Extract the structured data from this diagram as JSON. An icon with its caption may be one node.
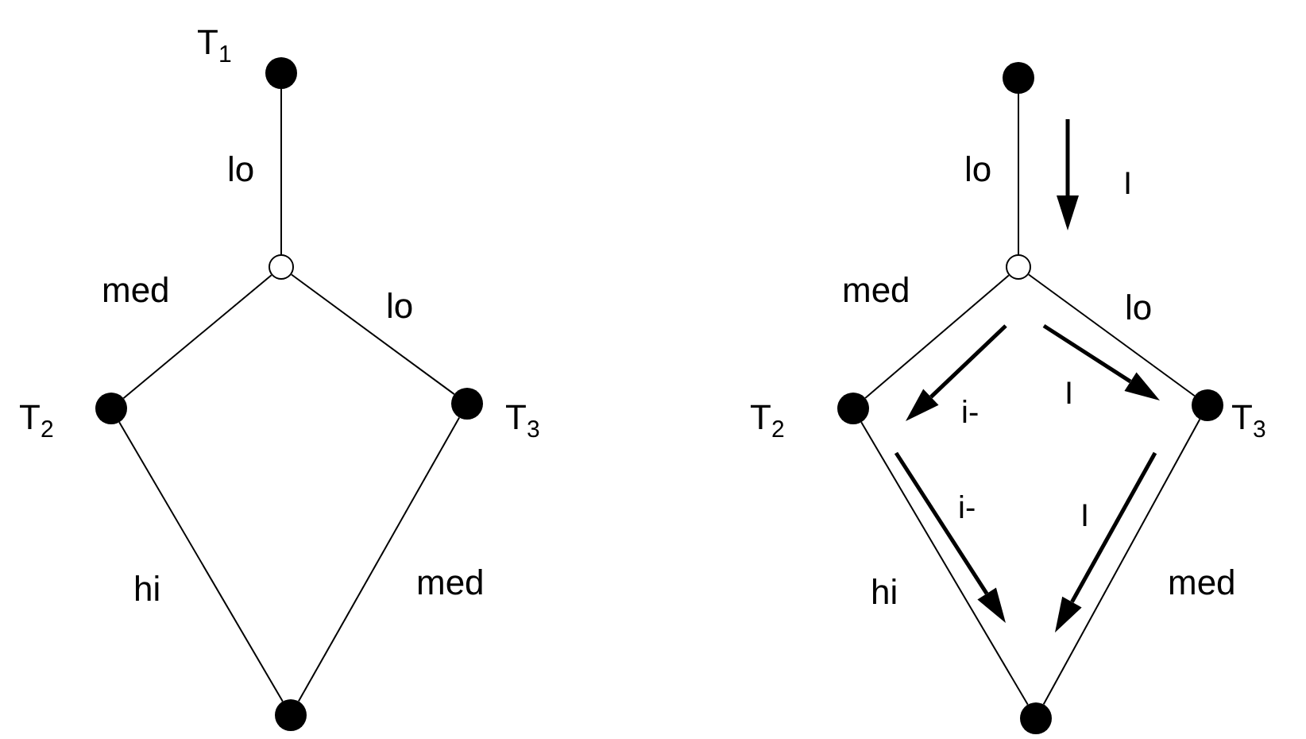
{
  "diagram": {
    "nodes": [
      {
        "text": [],
        "shape": "circle",
        "beside": [
          "T$_{1}$"
        ]
      },
      {
        "text": [],
        "shape": "ring"
      },
      {
        "text": [],
        "shape": "circle",
        "beside": [
          "T$_{2}$"
        ]
      },
      {
        "text": [],
        "shape": "circle",
        "beside": [
          "T$_{3}$"
        ]
      },
      {
        "text": [],
        "shape": "circle"
      },
      {
        "text": [],
        "shape": "circle"
      },
      {
        "text": [],
        "shape": "ring"
      },
      {
        "text": [],
        "shape": "circle",
        "beside": [
          "T$_{2}$"
        ]
      },
      {
        "text": [],
        "shape": "circle",
        "beside": [
          "T$_{3}$"
        ]
      },
      {
        "text": [],
        "shape": "circle"
      }
    ],
    "edges": [
      {
        "from": 0,
        "to": 1,
        "arrow": "none",
        "label": "lo"
      },
      {
        "from": 1,
        "to": 2,
        "arrow": "none",
        "label": "med"
      },
      {
        "from": 1,
        "to": 3,
        "arrow": "none",
        "label": "lo"
      },
      {
        "from": 2,
        "to": 4,
        "arrow": "none",
        "label": "hi"
      },
      {
        "from": 3,
        "to": 4,
        "arrow": "none",
        "label": "med"
      },
      {
        "from": 5,
        "to": 6,
        "arrow": "none",
        "label": "lo"
      },
      {
        "from": 6,
        "to": 7,
        "arrow": "none",
        "label": "med"
      },
      {
        "from": 6,
        "to": 8,
        "arrow": "none",
        "label": "lo"
      },
      {
        "from": 7,
        "to": 9,
        "arrow": "none",
        "label": "hi"
      },
      {
        "from": 8,
        "to": 9,
        "arrow": "none",
        "label": "med"
      }
    ],
    "labels": [
      "I",
      "i-",
      "I",
      "i-",
      "I"
    ]
  }
}
